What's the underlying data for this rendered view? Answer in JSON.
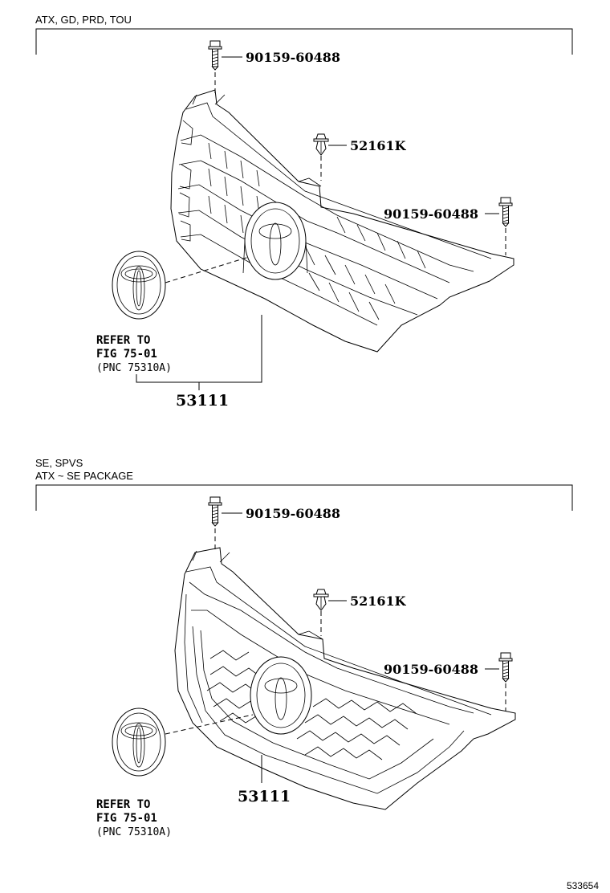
{
  "sections": [
    {
      "header_line1": "ATX, GD, PRD, TOU",
      "header_line2": "",
      "parts": {
        "bolt_top": "90159-60488",
        "clip": "52161K",
        "bolt_right": "90159-60488",
        "grille": "53111"
      },
      "reference": {
        "line1": "REFER TO",
        "line2": "FIG 75-01",
        "line3": "(PNC 75310A)"
      }
    },
    {
      "header_line1": "SE, SPVS",
      "header_line2": "ATX ~ SE PACKAGE",
      "parts": {
        "bolt_top": "90159-60488",
        "clip": "52161K",
        "bolt_right": "90159-60488",
        "grille": "53111"
      },
      "reference": {
        "line1": "REFER TO",
        "line2": "FIG 75-01",
        "line3": "(PNC 75310A)"
      }
    }
  ],
  "diagram_code": "533654"
}
